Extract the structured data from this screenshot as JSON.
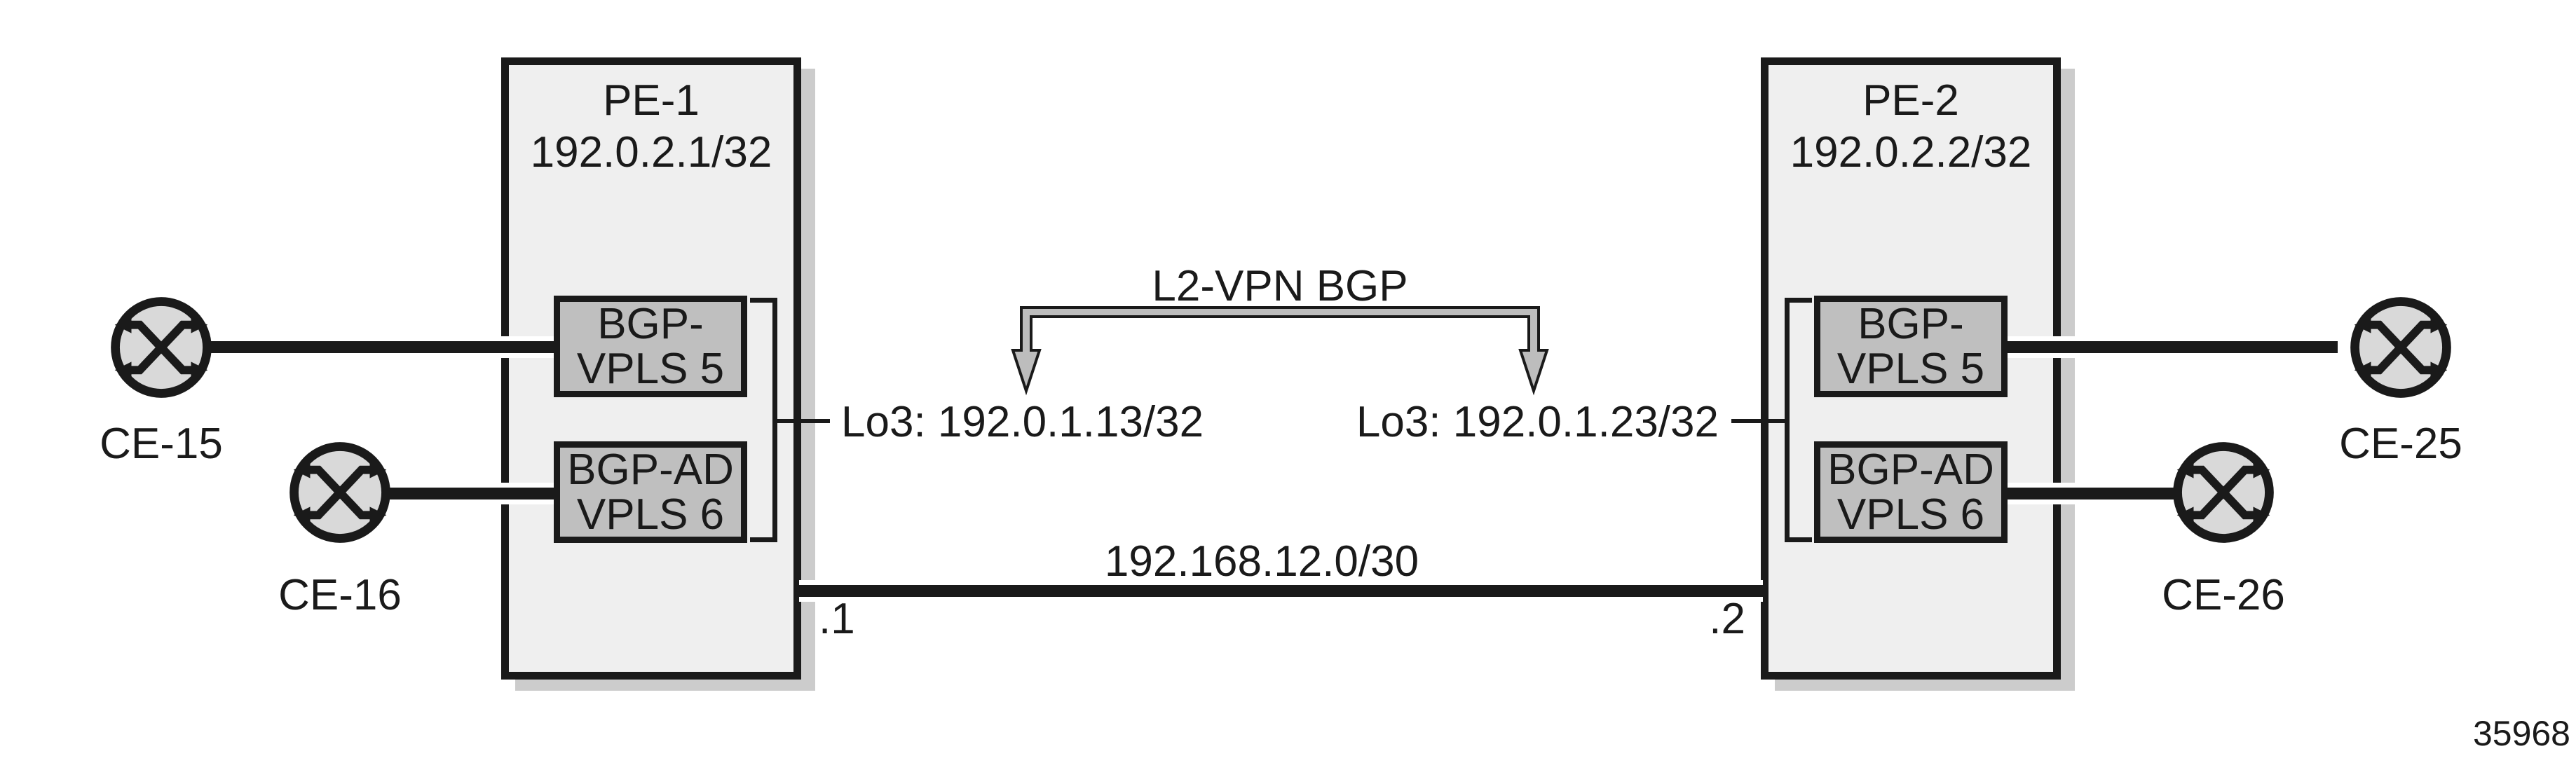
{
  "figure_number": "35968",
  "colors": {
    "ink": "#1a1a1a",
    "pe_fill": "#efefef",
    "service_fill": "#bfbfbf",
    "ce_fill": "#d9d9d9",
    "shadow": "#cccccc",
    "arrow_fill": "#bdbdbd",
    "background": "#ffffff"
  },
  "l2vpn_arrow": {
    "label": "L2-VPN BGP"
  },
  "core_link": {
    "label": "192.168.12.0/30",
    "pe1_end": ".1",
    "pe2_end": ".2"
  },
  "pes": [
    {
      "name": "PE-1",
      "loopback": "192.0.2.1/32",
      "lo3": "Lo3: 192.0.1.13/32",
      "services": [
        {
          "line1": "BGP-",
          "line2": "VPLS 5"
        },
        {
          "line1": "BGP-AD",
          "line2": "VPLS 6"
        }
      ]
    },
    {
      "name": "PE-2",
      "loopback": "192.0.2.2/32",
      "lo3": "Lo3: 192.0.1.23/32",
      "services": [
        {
          "line1": "BGP-",
          "line2": "VPLS 5"
        },
        {
          "line1": "BGP-AD",
          "line2": "VPLS 6"
        }
      ]
    }
  ],
  "ce_routers": [
    {
      "name": "CE-15"
    },
    {
      "name": "CE-16"
    },
    {
      "name": "CE-25"
    },
    {
      "name": "CE-26"
    }
  ]
}
